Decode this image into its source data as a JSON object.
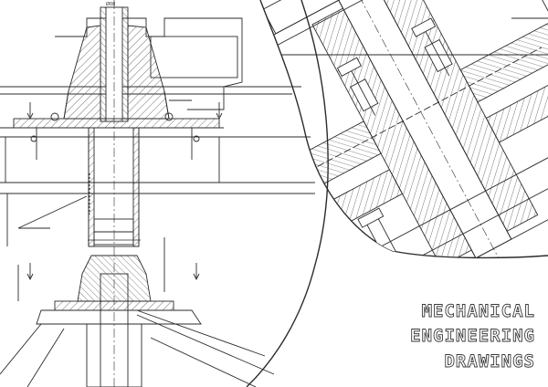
{
  "title": {
    "line1": "MECHANICAL",
    "line2": "ENGINEERING",
    "line3": "DRAWINGS"
  },
  "colors": {
    "background": "#ffffff",
    "line": "#2b2b2b",
    "hatch": "#555555"
  },
  "dimension_marker": "Ø08"
}
